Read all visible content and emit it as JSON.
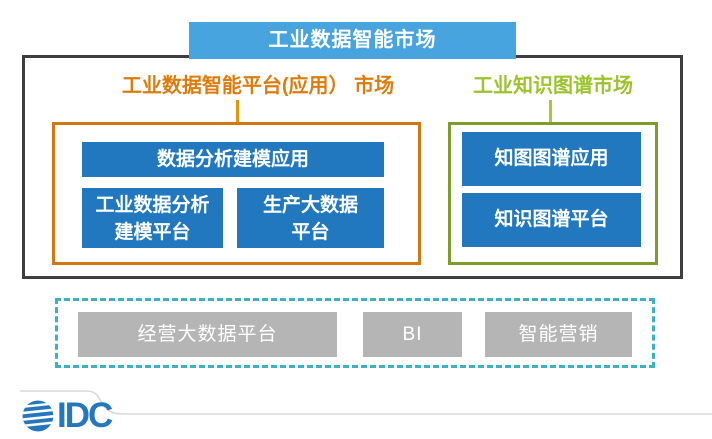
{
  "banner": {
    "label": "工业数据智能市场"
  },
  "sections": {
    "left": {
      "title": "工业数据智能平台(应用） 市场",
      "accent_color": "#DD7C0E",
      "border_color": "#D1790E",
      "boxes": {
        "top": "数据分析建模应用",
        "bottom_left": "工业数据分析\n建模平台",
        "bottom_right": "生产大数据\n平台"
      }
    },
    "right": {
      "title": "工业知识图谱市场",
      "accent_color": "#9DC32C",
      "border_color": "#7E9C2C",
      "boxes": {
        "top": "知图图谱应用",
        "bottom": "知识图谱平台"
      }
    }
  },
  "adjacent": {
    "border_color": "#3BB1C6",
    "box_color": "#B5B5B5",
    "items": [
      {
        "label": "经营大数据平台"
      },
      {
        "label": "BI"
      },
      {
        "label": "智能营销"
      }
    ]
  },
  "footer": {
    "logo_text": "IDC",
    "logo_color": "#2377BE"
  },
  "colors": {
    "banner_blue": "#47A4DE",
    "component_blue": "#2278BE",
    "outer_frame": "#3E3E40"
  }
}
